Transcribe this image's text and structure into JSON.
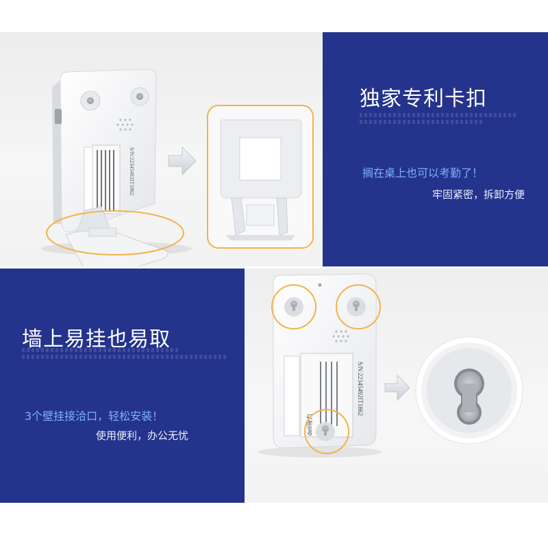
{
  "features": {
    "clip": {
      "title": "独家专利卡扣",
      "line1": "搁在桌上也可以考勤了！",
      "line2": "牢固紧密，拆卸方便"
    },
    "wall": {
      "title": "墙上易挂也易取",
      "line1": "3个壁挂接洽口，轻松安装！",
      "line2": "使用便利，办公无忧"
    }
  },
  "device_label": {
    "serial": "S/N:22345492IT1862",
    "brand": "deli得力"
  },
  "colors": {
    "panel_blue": "#24338c",
    "highlight_orange": "#f3b24a",
    "accent_text": "#7fb0ff",
    "arrow_gray": "#d8dde3"
  },
  "icons": [
    "arrow-right-icon",
    "arrow-right-icon"
  ]
}
